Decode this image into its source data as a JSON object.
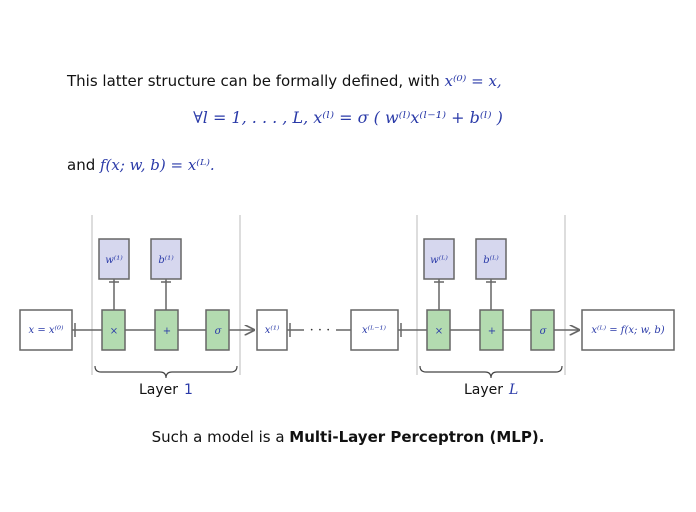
{
  "text": {
    "intro_prefix": "This latter structure can be formally defined, with ",
    "intro_math": "x⁽⁰⁾ = x,",
    "formula": "∀l = 1, . . . , L,  x⁽ˡ⁾ = σ ( w⁽ˡ⁾x⁽ˡ⁻¹⁾ + b⁽ˡ⁾ )",
    "and_prefix": "and ",
    "and_math": "f(x; w, b) = x⁽ᴸ⁾.",
    "bottom_prefix": "Such a model is a ",
    "bottom_bold": "Multi-Layer Perceptron (MLP)."
  },
  "diagram": {
    "input_box": "x = x⁽⁰⁾",
    "layer1": {
      "weight": "w⁽¹⁾",
      "bias": "b⁽¹⁾",
      "mult": "×",
      "add": "+",
      "act": "σ",
      "label_word": "Layer",
      "label_num": "1"
    },
    "mid_box": "x⁽¹⁾",
    "dots": "· · ·",
    "pre_box": "x⁽ᴸ⁻¹⁾",
    "layerL": {
      "weight": "w⁽ᴸ⁾",
      "bias": "b⁽ᴸ⁾",
      "mult": "×",
      "add": "+",
      "act": "σ",
      "label_word": "Layer",
      "label_num": "L"
    },
    "output_box": "x⁽ᴸ⁾ = f(x; w, b)"
  },
  "colors": {
    "param_fill": "#d6d7ee",
    "op_fill": "#b3dbb0",
    "math_text": "#2a3aa8",
    "line": "#666666"
  }
}
